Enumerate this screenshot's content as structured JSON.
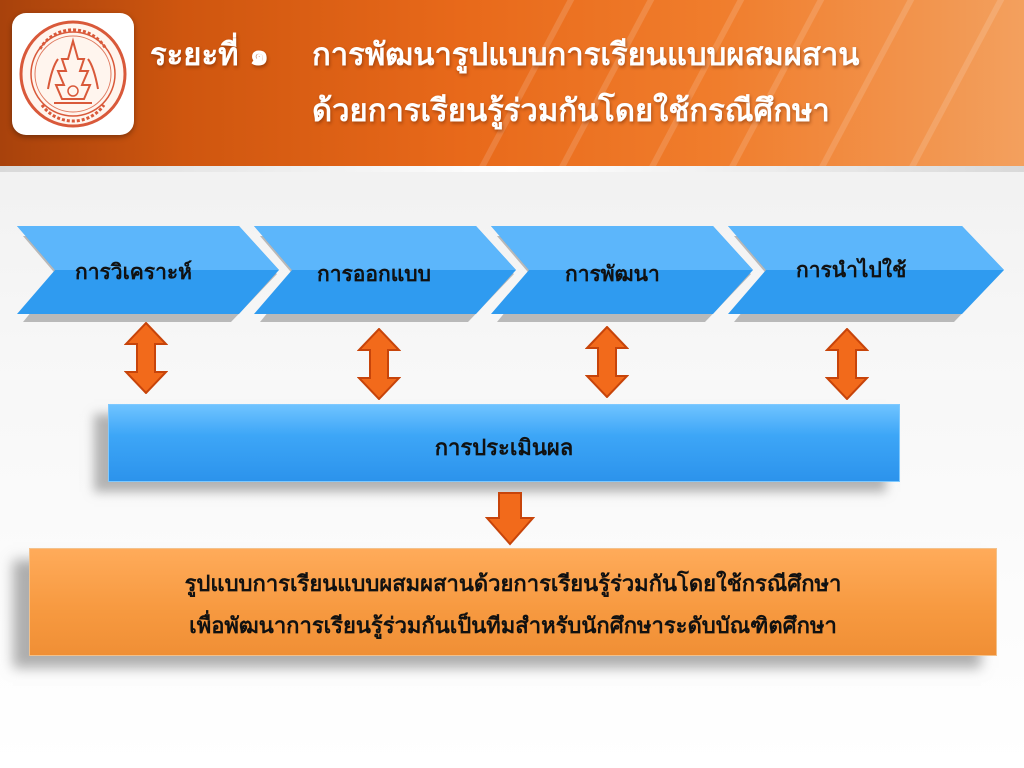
{
  "header": {
    "title_prefix": "ระยะที่ ๑",
    "title_line1": "การพัฒนารูปแบบการเรียนแบบผสมผสาน",
    "title_line2": "ด้วยการเรียนรู้ร่วมกันโดยใช้กรณีศึกษา",
    "logo_icon": "university-seal-icon"
  },
  "process_steps": [
    {
      "label": "การวิเคราะห์"
    },
    {
      "label": "การออกแบบ"
    },
    {
      "label": "การพัฒนา"
    },
    {
      "label": "การนำไปใช้"
    }
  ],
  "evaluation": {
    "label": "การประเมินผล"
  },
  "result": {
    "line1": "รูปแบบการเรียนแบบผสมผสานด้วยการเรียนรู้ร่วมกันโดยใช้กรณีศึกษา",
    "line2": "เพื่อพัฒนาการเรียนรู้ร่วมกันเป็นทีมสำหรับนักศึกษาระดับบัณฑิตศึกษา"
  },
  "colors": {
    "header_orange": "#e8691a",
    "chevron_blue": "#2f9bf0",
    "arrow_orange": "#f26a1b",
    "result_orange": "#f79a41"
  }
}
